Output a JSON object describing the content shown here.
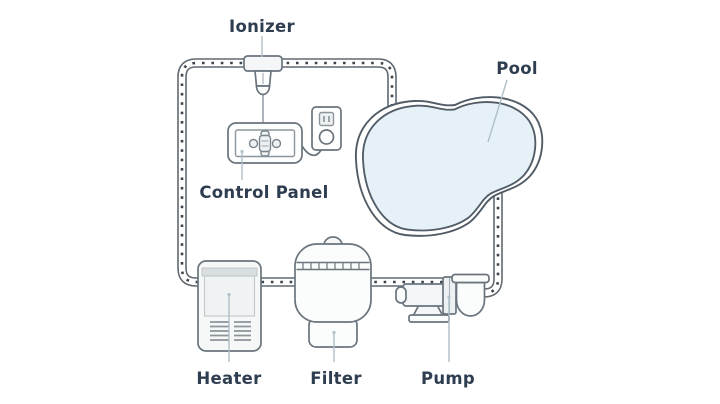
{
  "diagram": {
    "type": "pool-equipment-flow-diagram",
    "components": [
      {
        "id": "ionizer",
        "label": "Ionizer"
      },
      {
        "id": "pool",
        "label": "Pool"
      },
      {
        "id": "control_panel",
        "label": "Control Panel"
      },
      {
        "id": "heater",
        "label": "Heater"
      },
      {
        "id": "filter",
        "label": "Filter"
      },
      {
        "id": "pump",
        "label": "Pump"
      }
    ],
    "colors": {
      "background": "#ffffff",
      "outline": "#5f6972",
      "pipe_dot": "#3a444e",
      "label_text": "#2e3d50",
      "pool_water": "#e6f0f7",
      "component_fill": "#f4f6f7",
      "leader_line": "#aebfc7"
    }
  }
}
